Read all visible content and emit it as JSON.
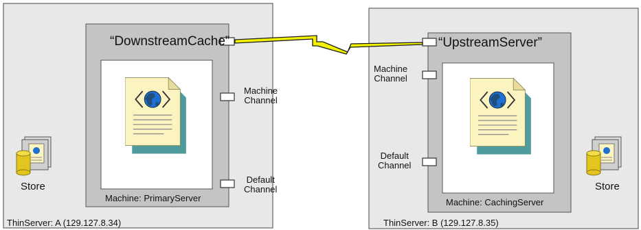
{
  "colors": {
    "server_fill": "#e8e8e8",
    "machine_fill": "#c4c4c4",
    "inner_fill": "#ffffff",
    "doc_fill": "#fbf3c0",
    "doc_shadow": "#4f9c9c",
    "lightning": "#f2f200",
    "globe": "#1e6fd0",
    "land": "#1f4f7a"
  },
  "servers": [
    {
      "id": "a",
      "label": "ThinServer: A (129.127.8.34)",
      "machine": {
        "label": "Machine: PrimaryServer",
        "connector": "“DownstreamCache”",
        "channels": [
          {
            "label": "Machine\nChannel"
          },
          {
            "label": "Default\nChannel"
          }
        ]
      },
      "store": {
        "label": "Store"
      }
    },
    {
      "id": "b",
      "label": "ThinServer: B (129.127.8.35)",
      "machine": {
        "label": "Machine: CachingServer",
        "connector": "“UpstreamServer”",
        "channels": [
          {
            "label": "Machine\nChannel"
          },
          {
            "label": "Default\nChannel"
          }
        ]
      },
      "store": {
        "label": "Store"
      }
    }
  ],
  "link": {
    "icon": "lightning-bolt-icon"
  }
}
